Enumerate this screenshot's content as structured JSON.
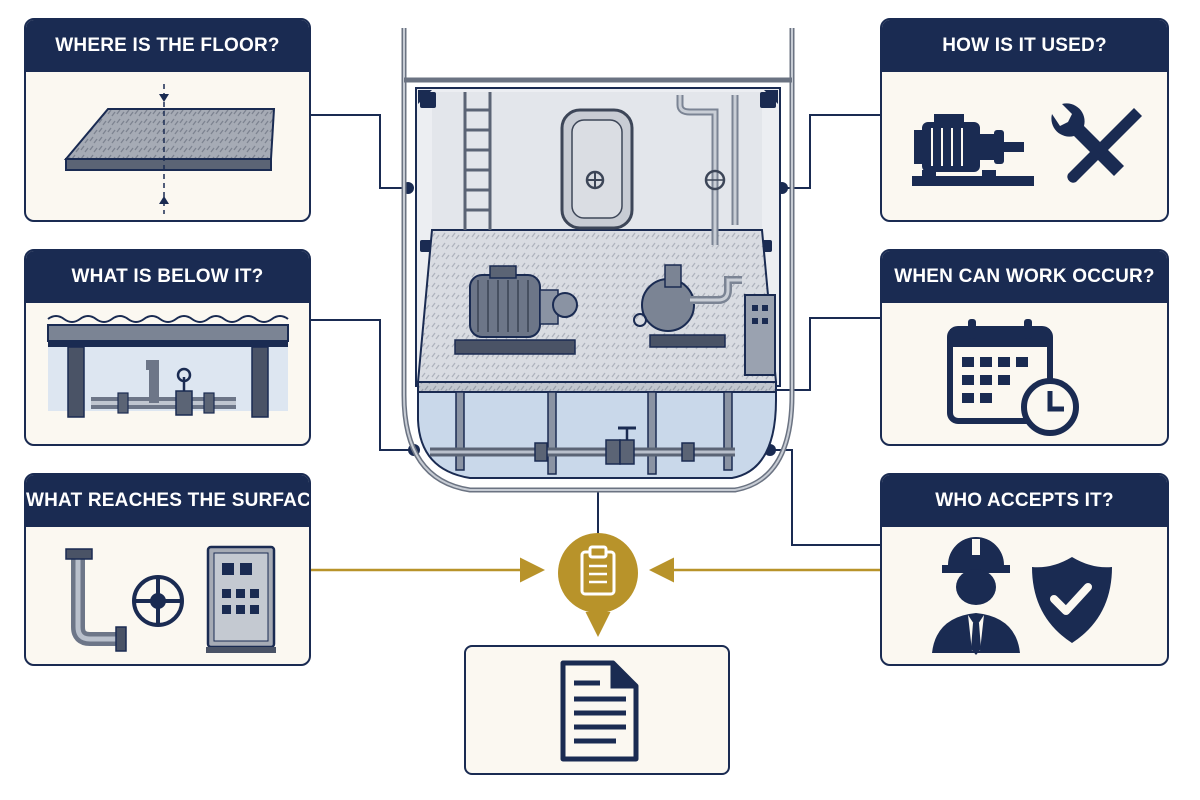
{
  "cards": {
    "floor": {
      "title": "WHERE IS THE FLOOR?"
    },
    "below": {
      "title": "WHAT IS BELOW IT?"
    },
    "surface": {
      "title": "WHAT REACHES THE SURFACE?"
    },
    "used": {
      "title": "HOW IS IT USED?"
    },
    "when": {
      "title": "WHEN CAN WORK OCCUR?"
    },
    "accepts": {
      "title": "WHO ACCEPTS IT?"
    }
  },
  "colors": {
    "navy": "#1a2b52",
    "gold": "#b8932a",
    "card_bg": "#fbf8f1",
    "water": "#c9d8ea",
    "steel": "#8a93a3"
  },
  "icons": {
    "center_hub": "clipboard-icon",
    "output": "document-icon"
  }
}
